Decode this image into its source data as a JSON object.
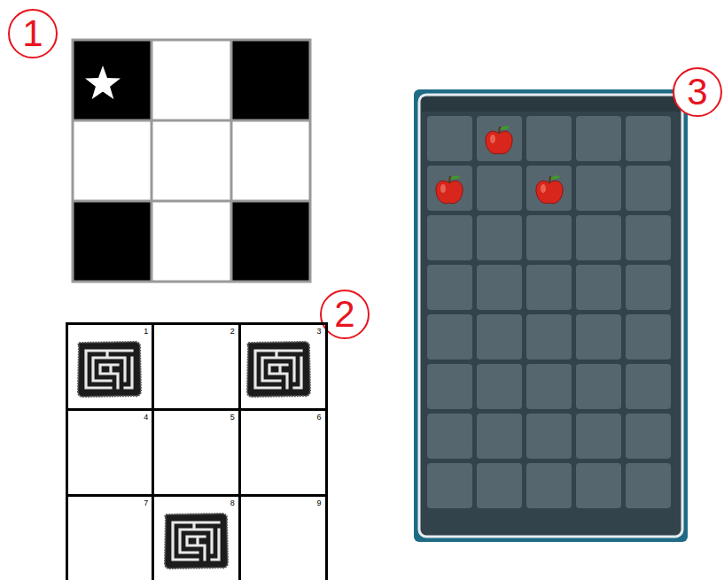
{
  "diagram": {
    "nodes": [
      {
        "text": [
          "1"
        ]
      },
      {
        "text": [
          "2"
        ]
      },
      {
        "text": [
          "3"
        ]
      },
      {
        "text": [
          "4"
        ]
      },
      {
        "text": [
          "5"
        ]
      },
      {
        "text": [
          "6"
        ]
      },
      {
        "text": [
          "7"
        ]
      },
      {
        "text": [
          "8"
        ]
      },
      {
        "text": [
          "9"
        ]
      }
    ],
    "labels": [
      "1",
      "2",
      "3"
    ]
  }
}
